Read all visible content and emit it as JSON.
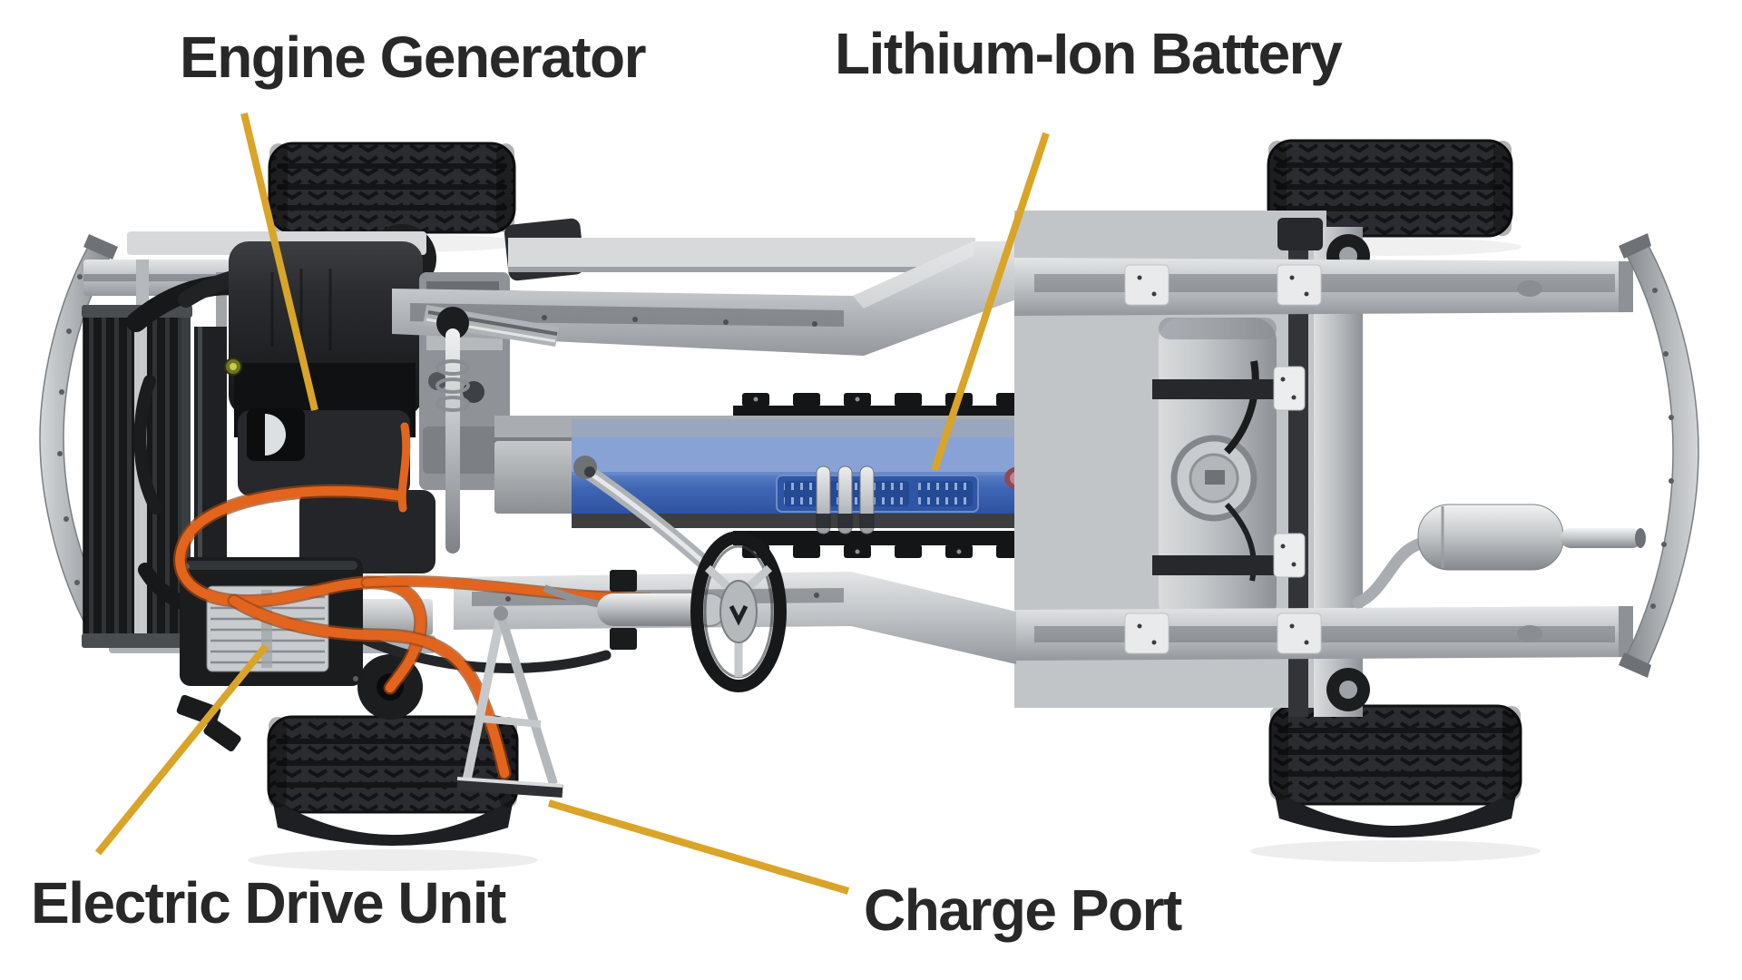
{
  "diagram": {
    "subject": "Hybrid electric vehicle chassis underside, annotated",
    "background": "#FFFFFF"
  },
  "callouts": [
    {
      "id": "engine-generator",
      "label": "Engine Generator"
    },
    {
      "id": "lithium-ion-battery",
      "label": "Lithium-Ion Battery"
    },
    {
      "id": "electric-drive-unit",
      "label": "Electric Drive Unit"
    },
    {
      "id": "charge-port",
      "label": "Charge Port"
    }
  ],
  "colors": {
    "leader_line": "#D9A428",
    "label_text": "#282828",
    "battery_blue": "#3F66B4",
    "battery_blue_light": "#8FA6D6",
    "battery_blue_dark": "#2E52A0",
    "cable_orange": "#E2641D",
    "chassis_silver": "#C2C5C8",
    "tire_black": "#2B2C2F",
    "background": "#FFFFFF"
  }
}
